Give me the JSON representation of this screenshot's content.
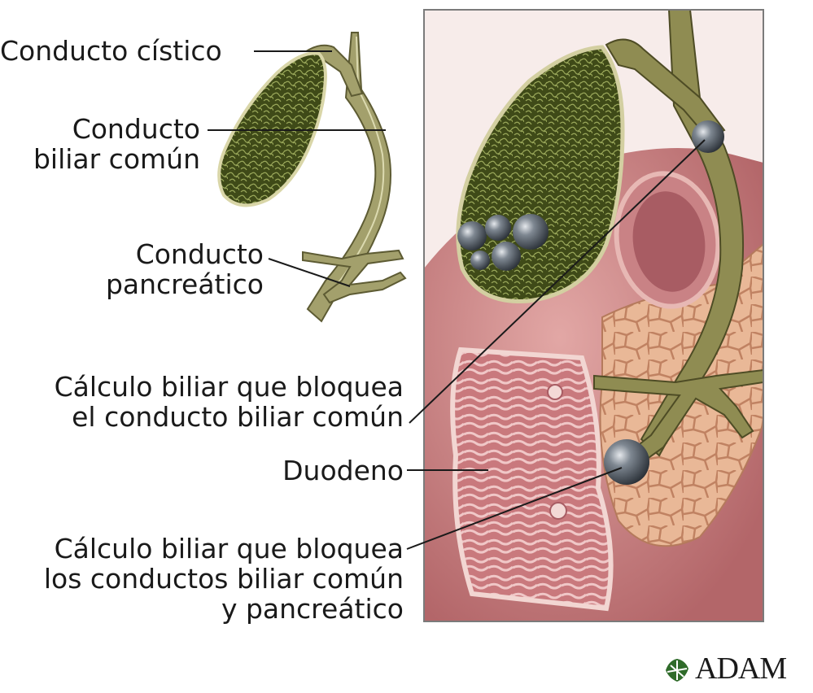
{
  "labels": {
    "cystic_duct": "Conducto cístico",
    "common_bile_duct": [
      "Conducto",
      "biliar común"
    ],
    "pancreatic_duct": [
      "Conducto",
      "pancreático"
    ],
    "stone_common": [
      "Cálculo biliar que bloquea",
      "el conducto biliar común"
    ],
    "duodenum": "Duodeno",
    "stone_both": [
      "Cálculo biliar que bloquea",
      "los conductos biliar común",
      "y pancreático"
    ]
  },
  "logo": {
    "text": "ADAM",
    "icon": "adam-leaf-icon"
  },
  "colors": {
    "bile_green": "#4d5a1e",
    "duct": "#9a9a66",
    "stone": "#5e6670",
    "intestine": "#c98283",
    "pancreas": "#e7b89c",
    "frame": "#888888"
  }
}
